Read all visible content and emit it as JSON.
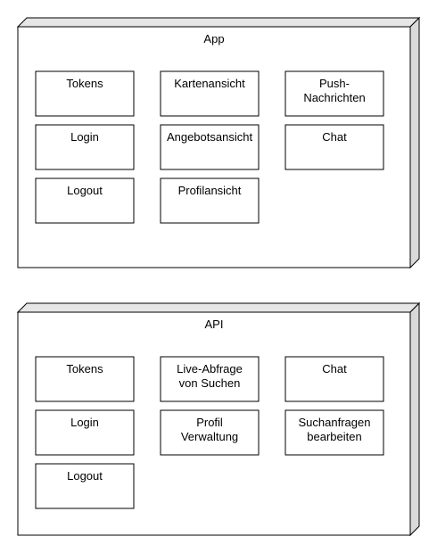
{
  "nodes": [
    {
      "title": "App",
      "components": [
        [
          "Tokens"
        ],
        [
          "Kartenansicht"
        ],
        [
          "Push-",
          "Nachrichten"
        ],
        [
          "Login"
        ],
        [
          "Angebotsansicht"
        ],
        [
          "Chat"
        ],
        [
          "Logout"
        ],
        [
          "Profilansicht"
        ]
      ]
    },
    {
      "title": "API",
      "components": [
        [
          "Tokens"
        ],
        [
          "Live-Abfrage",
          "von Suchen"
        ],
        [
          "Chat"
        ],
        [
          "Login"
        ],
        [
          "Profil",
          "Verwaltung"
        ],
        [
          "Suchanfragen",
          "bearbeiten"
        ],
        [
          "Logout"
        ]
      ]
    }
  ],
  "colors": {
    "stroke": "#000000",
    "fill": "#ffffff",
    "node_side": "#d9d9d9",
    "node_top": "#e6e6e6"
  }
}
